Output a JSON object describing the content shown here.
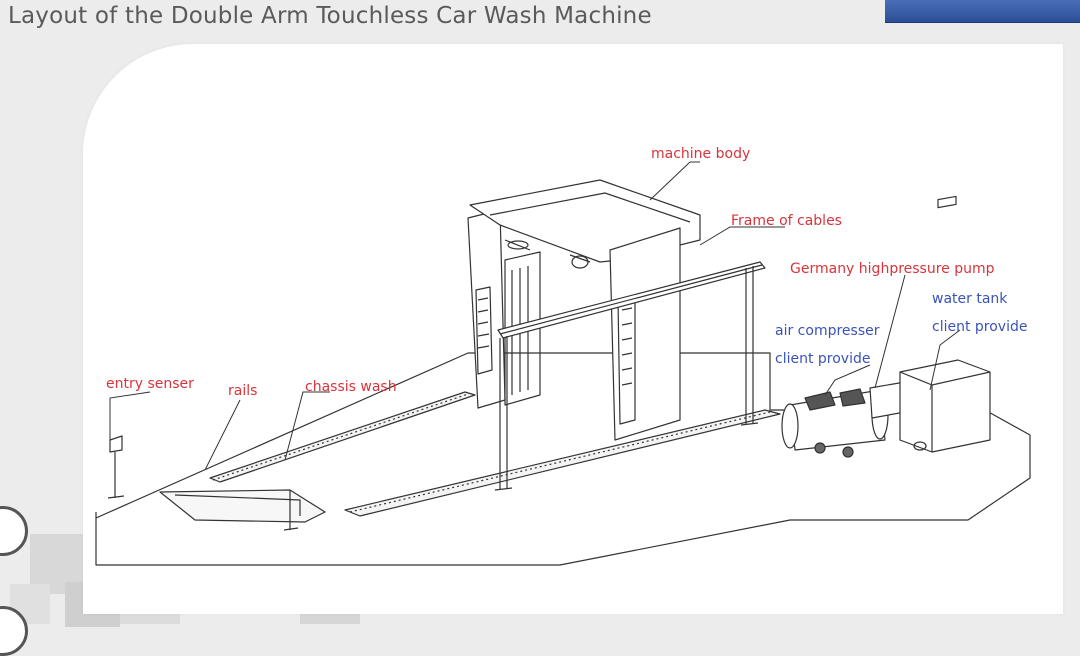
{
  "title": "Layout of the Double Arm Touchless Car Wash Machine",
  "labels": {
    "machine_body": "machine body",
    "frame_of_cables": "Frame of cables",
    "pump": "Germany highpressure pump",
    "water_tank": "water tank",
    "water_tank_note": "client provide",
    "air_compresser": "air compresser",
    "air_compresser_note": "client provide",
    "entry_senser": "entry senser",
    "rails": "rails",
    "chassis_wash": "chassis wash"
  },
  "colors": {
    "red_label": "#d9343a",
    "blue_label": "#3b53b8",
    "top_bar": "#2c4f97"
  }
}
